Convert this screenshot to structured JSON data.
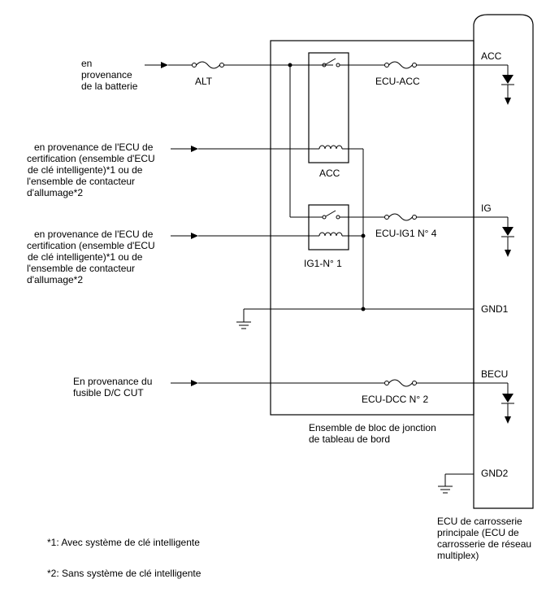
{
  "sources": {
    "battery": [
      "en",
      "provenance",
      "de la batterie"
    ],
    "certification_1": [
      "en provenance de l'ECU de",
      "certification (ensemble d'ECU",
      "de clé intelligente)*1 ou de",
      "l'ensemble de contacteur",
      "d'allumage*2"
    ],
    "certification_2": [
      "en provenance de l'ECU de",
      "certification (ensemble d'ECU",
      "de clé intelligente)*1 ou de",
      "l'ensemble de contacteur",
      "d'allumage*2"
    ],
    "dc_cut": [
      "En provenance du",
      "fusible D/C CUT"
    ]
  },
  "fuses": {
    "alt": "ALT",
    "ecu_acc": "ECU-ACC",
    "ecu_ig1": "ECU-IG1 N° 4",
    "ecu_dcc": "ECU-DCC N° 2"
  },
  "relays": {
    "acc": "ACC",
    "ig1": "IG1-N° 1"
  },
  "terminals": {
    "acc": "ACC",
    "ig": "IG",
    "gnd1": "GND1",
    "becu": "BECU",
    "gnd2": "GND2"
  },
  "junction_block_label": [
    "Ensemble de bloc de jonction",
    "de tableau de bord"
  ],
  "ecu_label": [
    "ECU de carrosserie",
    "principale (ECU de",
    "carrosserie de réseau",
    "multiplex)"
  ],
  "footnotes": [
    "*1: Avec système de clé intelligente",
    "*2: Sans système de clé intelligente"
  ]
}
